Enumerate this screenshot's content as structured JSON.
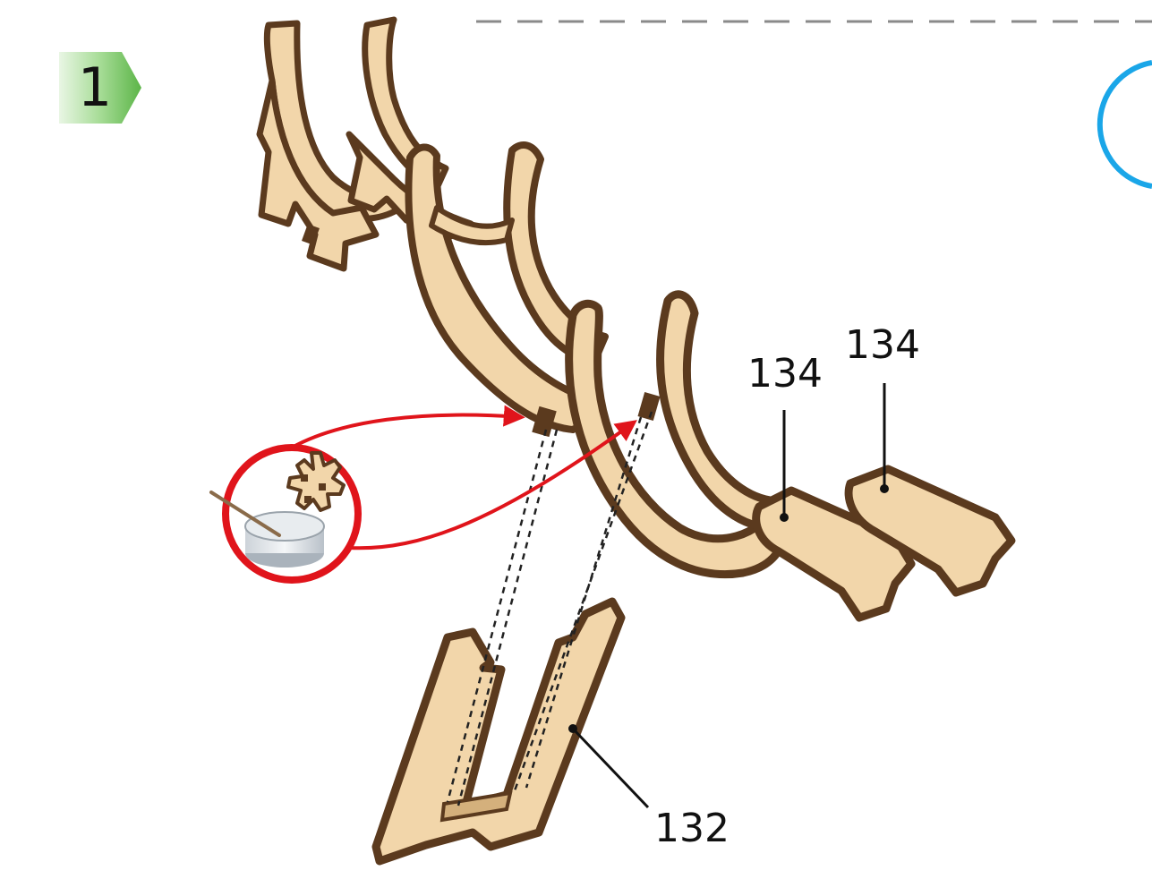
{
  "step": {
    "number": "1"
  },
  "parts": [
    {
      "label": "134"
    },
    {
      "label": "134"
    },
    {
      "label": "132"
    }
  ],
  "colors": {
    "wood_face": "#f2d6aa",
    "wood_edge": "#5b3a1e",
    "step_badge": "#6cbf5a",
    "glue_callout": "#e0141b",
    "info_circle": "#1aa6e8"
  },
  "icons": [
    "step-badge-icon",
    "glue-pot-icon",
    "gear-part-icon",
    "info-circle-icon"
  ]
}
